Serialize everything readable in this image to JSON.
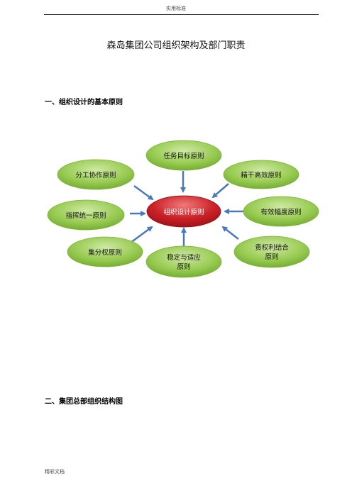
{
  "header": {
    "text": "实用标准"
  },
  "title": "森岛集团公司组织架构及部门职责",
  "sections": [
    {
      "heading": "一、组织设计的基本原则"
    },
    {
      "heading": "二、集团总部组织结构图"
    }
  ],
  "diagram": {
    "center": "组织设计原则",
    "principles": [
      {
        "label": "任务目标原则"
      },
      {
        "label": "精干高效原则"
      },
      {
        "label": "有效幅度原则"
      },
      {
        "label": "责权利结合",
        "label2": "原则"
      },
      {
        "label": "稳定与适应",
        "label2": "原则"
      },
      {
        "label": "集分权原则"
      },
      {
        "label": "指挥统一原则"
      },
      {
        "label": "分工协作原则"
      }
    ],
    "colors": {
      "center_fill": "#c0161c",
      "node_fill": "#8cc43f",
      "arrow": "#4a7ab8"
    }
  },
  "footer": {
    "text": "精彩文档"
  }
}
